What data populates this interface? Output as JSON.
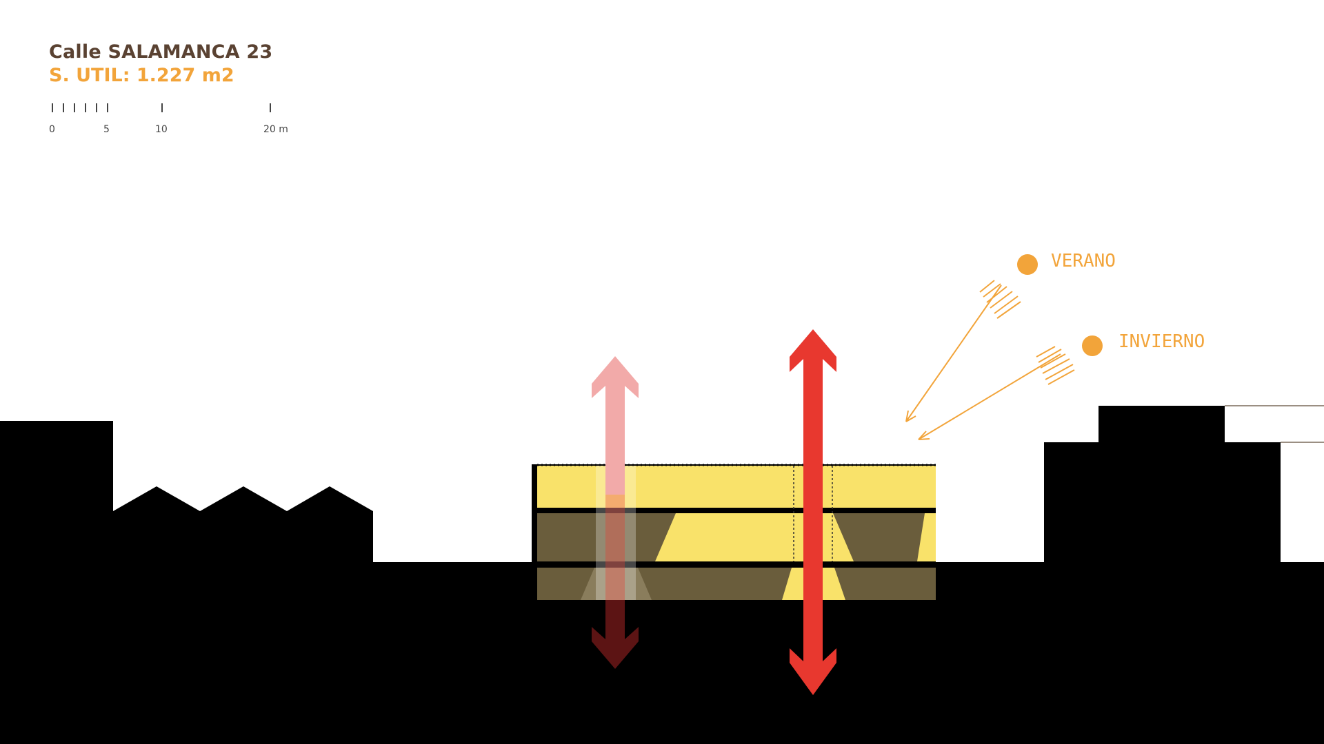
{
  "header": {
    "title": "Calle SALAMANCA 23",
    "subtitle": "S. UTIL: 1.227 m2"
  },
  "scale_bar": {
    "labels": [
      "0",
      "5",
      "10",
      "20 m"
    ]
  },
  "sun": {
    "summer_label": "VERANO",
    "winter_label": "INVIERNO"
  },
  "colors": {
    "ground": "#000000",
    "floor_yellow": "#f9e26a",
    "floor_olive": "#6a5d3c",
    "arrow_red": "#e8382f",
    "arrow_pink": "#f2aaa9",
    "arrow_dark": "#5c1414",
    "sun": "#f2a43a",
    "title": "#5a4232"
  },
  "icons": {
    "sun_summer": "sun-icon",
    "sun_winter": "sun-icon",
    "vertical_arrows": "double-arrow-icon"
  }
}
